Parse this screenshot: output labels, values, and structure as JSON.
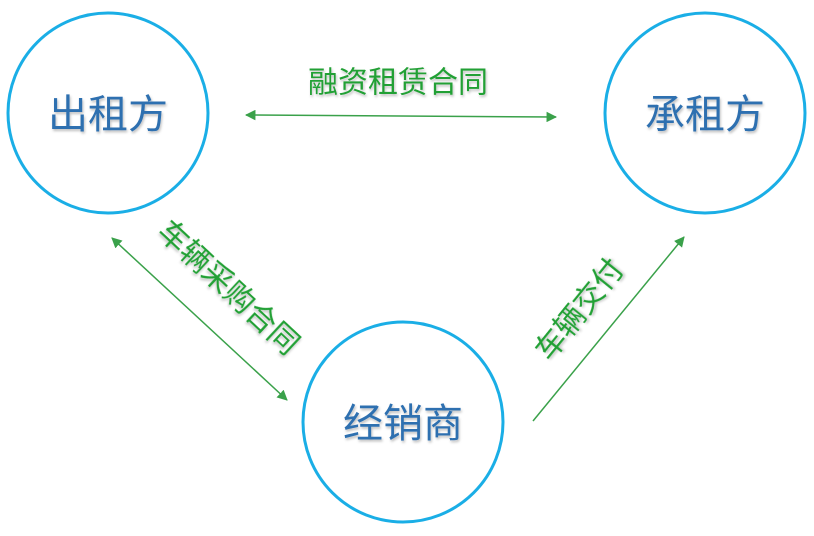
{
  "nodes": {
    "lessor": "出租方",
    "lessee": "承租方",
    "dealer": "经销商"
  },
  "edges": {
    "finance_lease_contract": "融资租赁合同",
    "vehicle_purchase_contract": "车辆采购合同",
    "vehicle_delivery": "车辆交付"
  },
  "colors": {
    "circle_stroke": "#1aaee6",
    "node_text": "#2f6fb0",
    "edge_line": "#3aa14a",
    "edge_text": "#22a035"
  }
}
